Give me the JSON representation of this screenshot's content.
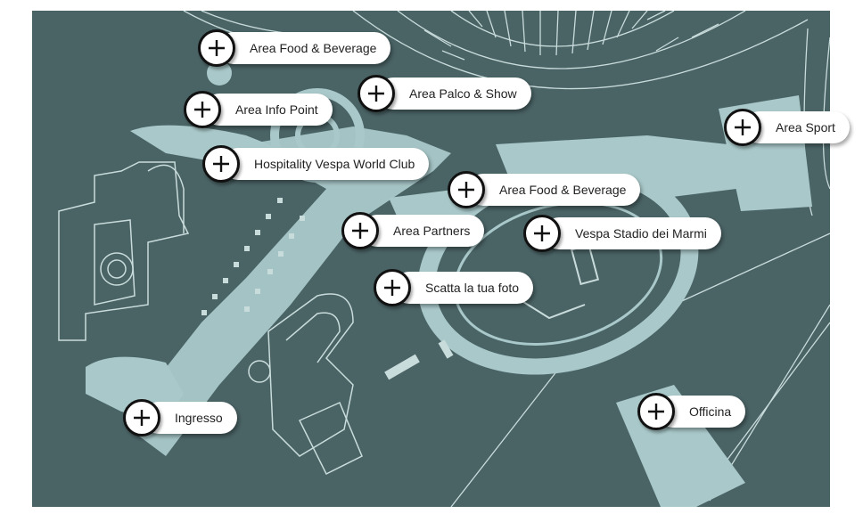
{
  "map": {
    "background_color": "#4a6365",
    "shape_color": "#a9c8c9",
    "line_color": "#c9dcdc",
    "hotspots": [
      {
        "label": "Area Food & Beverage",
        "icon": "plus-icon"
      },
      {
        "label": "Area Palco & Show",
        "icon": "plus-icon"
      },
      {
        "label": "Area Info Point",
        "icon": "plus-icon"
      },
      {
        "label": "Area Sport",
        "icon": "plus-icon"
      },
      {
        "label": "Hospitality Vespa World Club",
        "icon": "plus-icon"
      },
      {
        "label": "Area Food & Beverage",
        "icon": "plus-icon"
      },
      {
        "label": "Area Partners",
        "icon": "plus-icon"
      },
      {
        "label": "Vespa Stadio dei Marmi",
        "icon": "plus-icon"
      },
      {
        "label": "Scatta la tua foto",
        "icon": "plus-icon"
      },
      {
        "label": "Ingresso",
        "icon": "plus-icon"
      },
      {
        "label": "Officina",
        "icon": "plus-icon"
      }
    ]
  }
}
